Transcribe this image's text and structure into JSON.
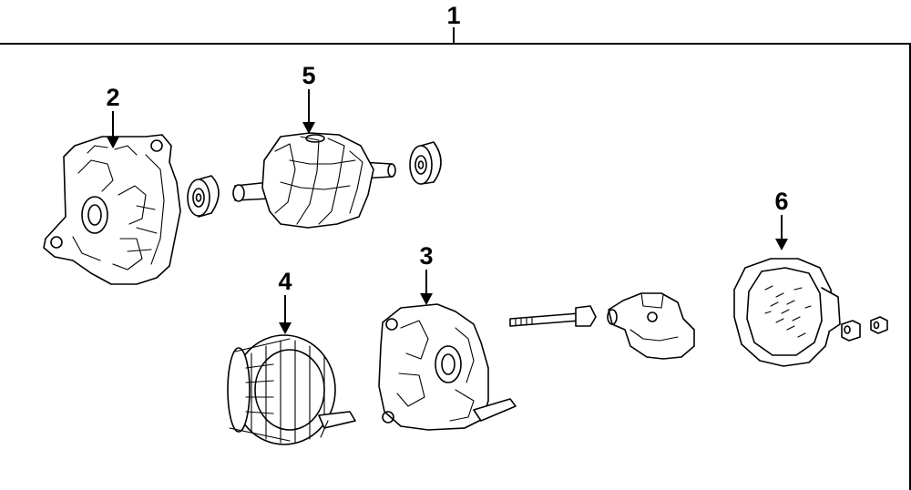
{
  "callouts": {
    "assembly": "1",
    "rear_housing": "2",
    "front_housing": "3",
    "stator": "4",
    "rotor": "5",
    "cover": "6"
  },
  "colors": {
    "line": "#000000",
    "background": "#ffffff"
  }
}
